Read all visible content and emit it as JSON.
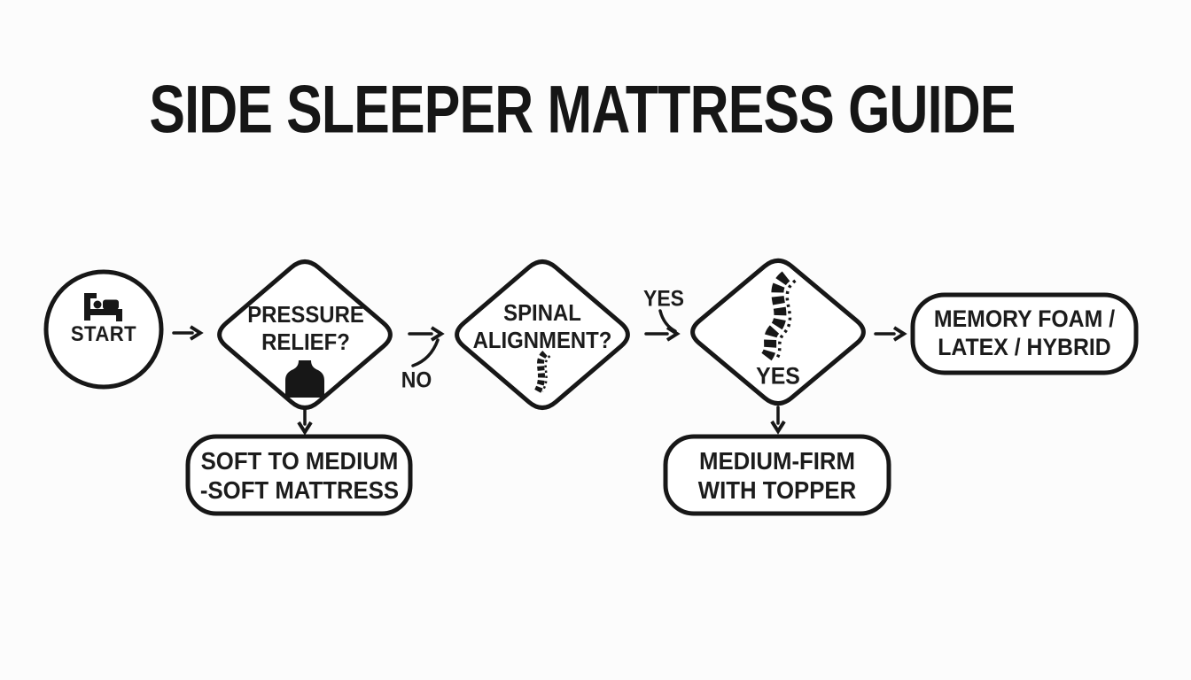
{
  "title": "SIDE SLEEPER MATTRESS GUIDE",
  "colors": {
    "ink": "#171717",
    "background": "#fcfcfc"
  },
  "nodes": {
    "start": {
      "label": "START",
      "icon": "bed-icon"
    },
    "pressure": {
      "line1": "PRESSURE",
      "line2": "RELIEF?",
      "icon": "torso-icon"
    },
    "spinal": {
      "line1": "SPINAL",
      "line2": "ALIGNMENT?",
      "icon": "spine-icon"
    },
    "decision3": {
      "label": "YES",
      "icon": "spine-icon"
    },
    "soft": {
      "line1": "SOFT TO MEDIUM",
      "line2": "-SOFT MATTRESS"
    },
    "medium": {
      "line1": "MEDIUM-FIRM",
      "line2": "WITH TOPPER"
    },
    "memory": {
      "line1": "MEMORY FOAM /",
      "line2": "LATEX / HYBRID"
    }
  },
  "edges": {
    "no": {
      "label": "NO"
    },
    "yes": {
      "label": "YES"
    }
  }
}
